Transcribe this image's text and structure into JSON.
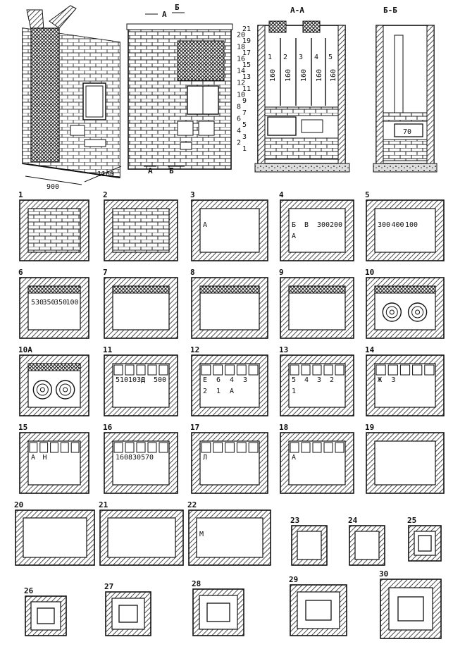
{
  "top": {
    "section_aa": "А-А",
    "section_bb": "Б-Б",
    "cut_a": "А",
    "cut_b": "Б",
    "width_dim": "900",
    "depth_dim": "1160",
    "row_scale": [
      "21",
      "20",
      "19",
      "18",
      "17",
      "16",
      "15",
      "14",
      "13",
      "12",
      "11",
      "10",
      "9",
      "8",
      "7",
      "6",
      "5",
      "4",
      "3",
      "2",
      "1"
    ],
    "flue_numbers": [
      "1",
      "2",
      "3",
      "4",
      "5"
    ],
    "flue_dims": [
      "160",
      "160",
      "160",
      "160",
      "160"
    ],
    "bb_dim": "70"
  },
  "plans": [
    {
      "n": "1"
    },
    {
      "n": "2"
    },
    {
      "n": "3",
      "notes": [
        "А"
      ]
    },
    {
      "n": "4",
      "notes": [
        "Б",
        "В",
        "300",
        "200",
        "А"
      ]
    },
    {
      "n": "5",
      "notes": [
        "300",
        "400",
        "100"
      ]
    },
    {
      "n": "6",
      "notes": [
        "530",
        "350",
        "350",
        "100"
      ]
    },
    {
      "n": "7"
    },
    {
      "n": "8"
    },
    {
      "n": "9"
    },
    {
      "n": "10"
    },
    {
      "n": "10А"
    },
    {
      "n": "11",
      "notes": [
        "510",
        "1030",
        "Д",
        "500"
      ]
    },
    {
      "n": "12",
      "notes": [
        "Е",
        "6",
        "4",
        "3",
        "2",
        "1",
        "А"
      ]
    },
    {
      "n": "13",
      "notes": [
        "5",
        "4",
        "3",
        "2",
        "1"
      ]
    },
    {
      "n": "14",
      "notes": [
        "Ж",
        "З"
      ]
    },
    {
      "n": "15",
      "notes": [
        "А",
        "Н"
      ]
    },
    {
      "n": "16",
      "notes": [
        "160",
        "830",
        "570"
      ]
    },
    {
      "n": "17",
      "notes": [
        "Л"
      ]
    },
    {
      "n": "18",
      "notes": [
        "А"
      ]
    },
    {
      "n": "19"
    },
    {
      "n": "20"
    },
    {
      "n": "21"
    },
    {
      "n": "22",
      "notes": [
        "М"
      ]
    },
    {
      "n": "23"
    },
    {
      "n": "24"
    },
    {
      "n": "25"
    },
    {
      "n": "26"
    },
    {
      "n": "27"
    },
    {
      "n": "28"
    },
    {
      "n": "29"
    },
    {
      "n": "30"
    }
  ]
}
